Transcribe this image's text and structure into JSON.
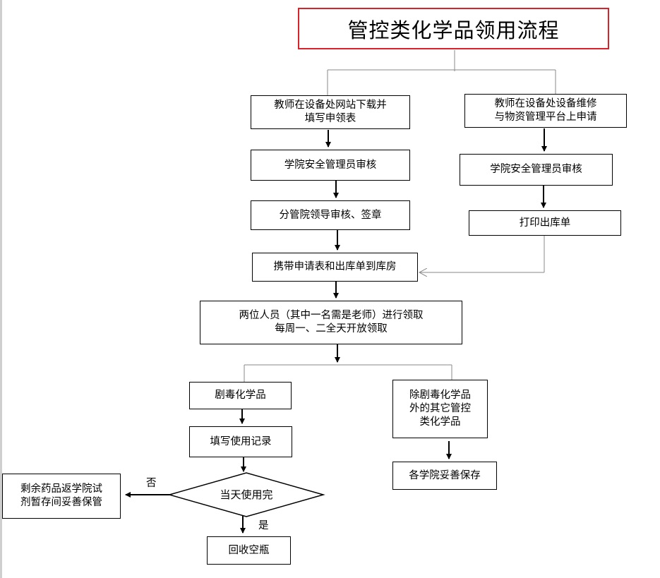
{
  "title": "管控类化学品领用流程",
  "left_branch": {
    "step1": "教师在设备处网站下载并\n填写申领表",
    "step2": "学院安全管理员审核",
    "step3": "分管院领导审核、签章"
  },
  "right_branch": {
    "step1": "教师在设备处设备维修\n与物资管理平台上申请",
    "step2": "学院安全管理员审核",
    "step3": "打印出库单"
  },
  "merge_step": "携带申请表和出库单到库房",
  "collect_step": "两位人员（其中一名需是老师）进行领取\n每周一、二全天开放领取",
  "toxic": {
    "label": "剧毒化学品",
    "record": "填写使用记录",
    "decision": "当天使用完",
    "no_label": "否",
    "yes_label": "是",
    "no_result": "剩余药品返学院试\n剂暂存间妥善保管",
    "yes_result": "回收空瓶"
  },
  "other": {
    "label": "除剧毒化学品\n外的其它管控\n类化学品",
    "result": "各学院妥善保存"
  }
}
